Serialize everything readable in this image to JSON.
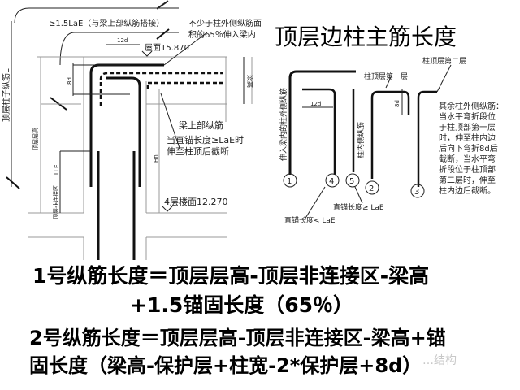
{
  "title": "顶层边柱主筋长度",
  "left_diagram": {
    "lap_label": "≥1.5LaE（与梁上部纵筋搭接）",
    "note_65": [
      "不少于柱外侧纵筋面",
      "积的65％伸入梁内"
    ],
    "dim_12d": "12d",
    "roof_level": "屋面15.870",
    "dim_8d": "8d",
    "beam_height": "梁高",
    "beam_top_bar": "梁上部纵筋",
    "anchor_note": [
      "当直锚长度≥LaE时",
      "伸至柱顶后截断"
    ],
    "column_bar_L": "顶层柱子纵筋L",
    "floor_height": "顶层层高",
    "non_connect": "顶层非连接区",
    "lle": "Ll E",
    "hn": "Hn",
    "floor4_level": "4层楼面12.270"
  },
  "right_diagram": {
    "bar1_label": "伸入梁内的柱外侧纵筋",
    "bar5_label": "柱内侧纵筋",
    "layer1": "柱顶层第一层",
    "layer2": "柱顶层第二层",
    "dim_12d": "12d",
    "dim_8d": "8d",
    "nums": [
      "1",
      "4",
      "5",
      "2",
      "3"
    ],
    "anchor_lt": "直锚长度< LaE",
    "anchor_ge": "直锚长度≥ LaE",
    "note": [
      "其余柱外侧纵筋：",
      "当水平弯折段位",
      "于柱顶部第一层",
      "时，伸至柱内边",
      "后向下弯折8d后",
      "截断，当水平弯",
      "折段位于柱顶部",
      "第二层时，伸至",
      "柱内边后截断。"
    ]
  },
  "formulas": [
    "1号纵筋长度＝顶层层高-顶层非连接区-梁高",
    "+1.5锚固长度（65％）",
    "2号纵筋长度＝顶层层高-顶层非连接区-梁高+锚",
    "固长度（梁高-保护层+柱宽-2*保护层+8d）"
  ],
  "watermark": "…结构"
}
